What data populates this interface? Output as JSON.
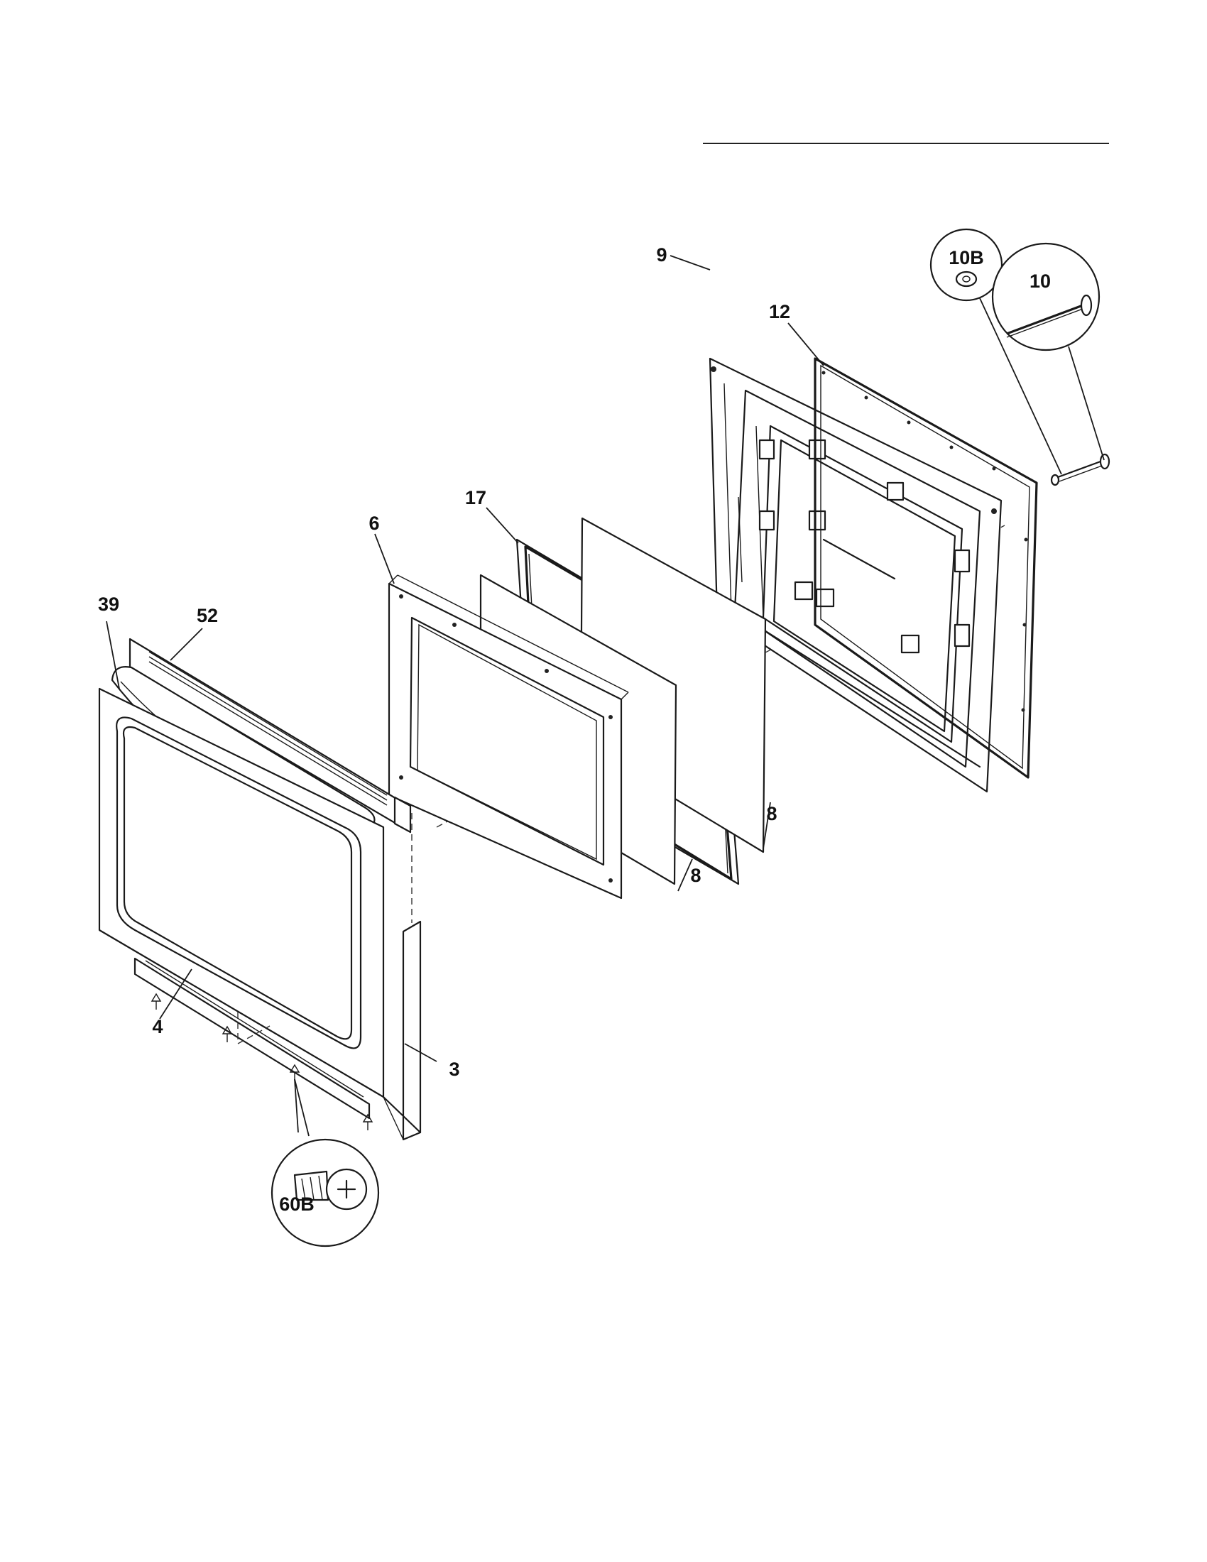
{
  "diagram": {
    "callouts": {
      "c39": "39",
      "c52": "52",
      "c4": "4",
      "c3": "3",
      "c6": "6",
      "c17": "17",
      "c8a": "8",
      "c8b": "8",
      "c9": "9",
      "c12": "12",
      "c10b": "10B",
      "c10": "10",
      "c60b": "60B"
    }
  }
}
